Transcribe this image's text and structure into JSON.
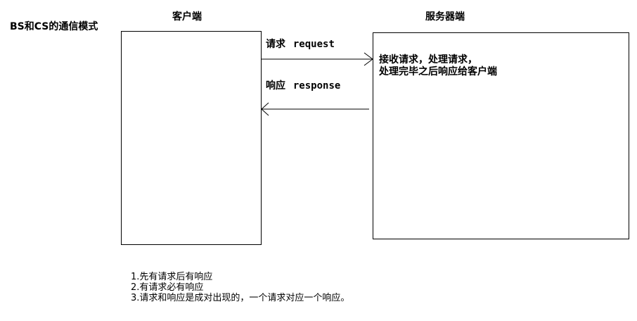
{
  "diagram_title": "BS和CS的通信模式",
  "client": {
    "label": "客户端"
  },
  "server": {
    "label": "服务器端",
    "description_lines": [
      "接收请求，处理请求，",
      "处理完毕之后响应给客户端"
    ]
  },
  "request": {
    "label_cn": "请求",
    "label_en": "request"
  },
  "response": {
    "label_cn": "响应",
    "label_en": "response"
  },
  "notes": [
    "1.先有请求后有响应",
    "2.有请求必有响应",
    "3.请求和响应是成对出现的，一个请求对应一个响应。"
  ]
}
